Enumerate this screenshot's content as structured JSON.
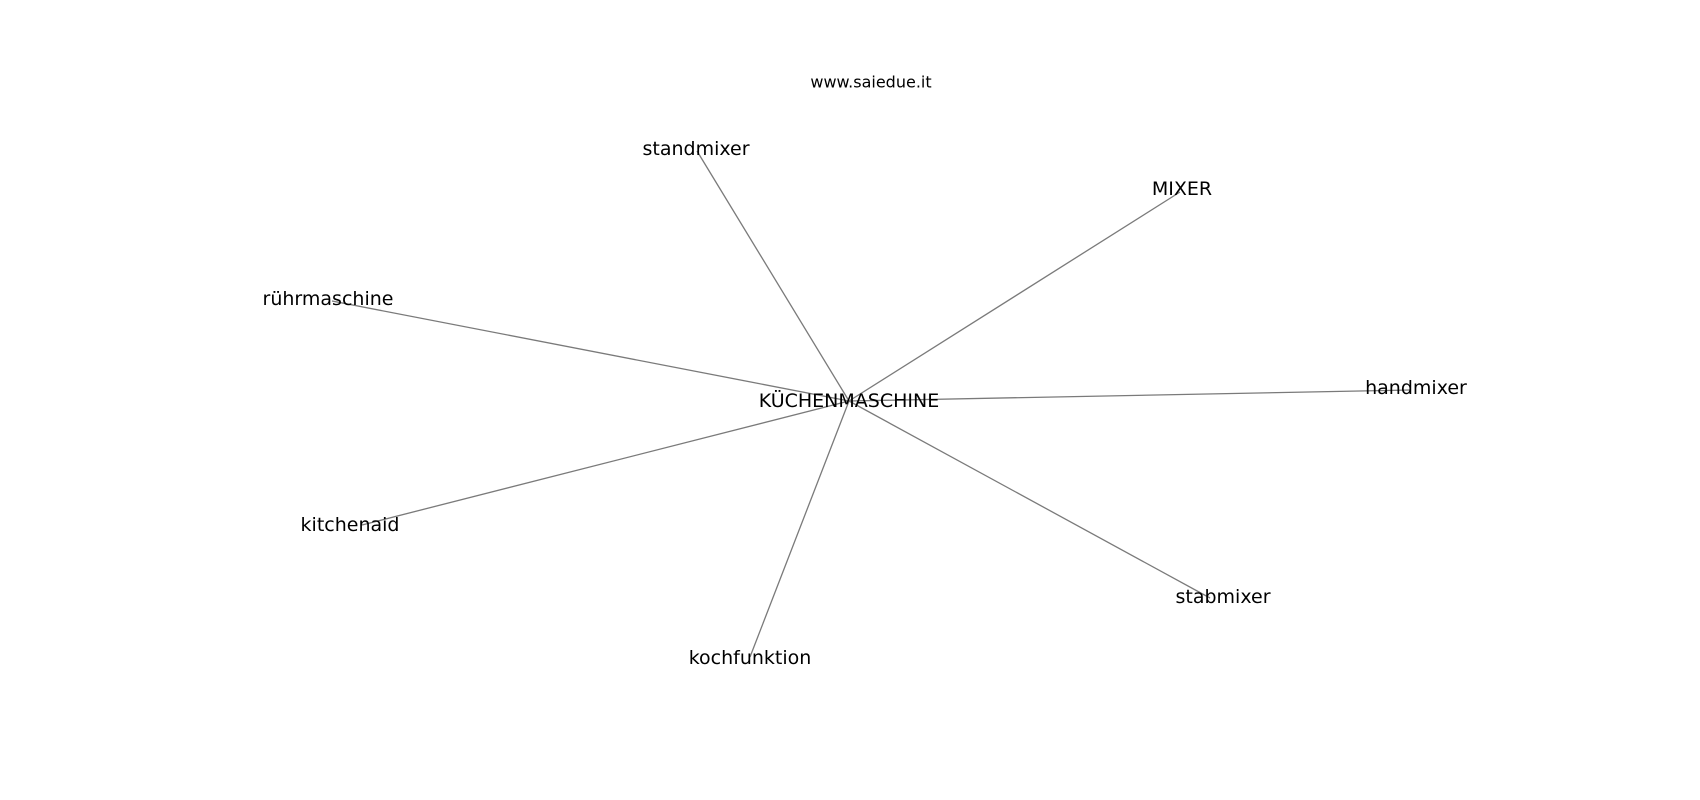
{
  "watermark": "www.saiedue.it",
  "graph": {
    "center": "KÜCHENMASCHINE",
    "nodes": [
      "standmixer",
      "MIXER",
      "rührmaschine",
      "handmixer",
      "kitchenaid",
      "stabmixer",
      "kochfunktion"
    ]
  },
  "colors": {
    "edge": "#7a7a7a",
    "text": "#000000",
    "background": "#ffffff"
  }
}
